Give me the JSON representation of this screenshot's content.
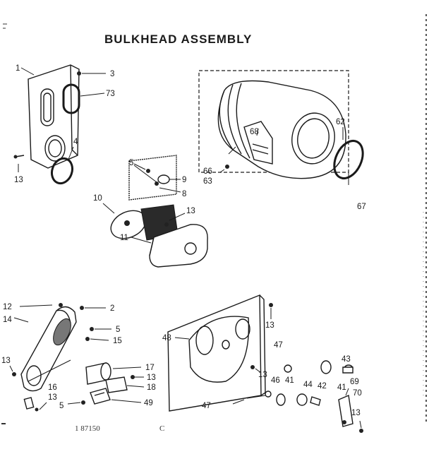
{
  "diagram": {
    "title": "BULKHEAD ASSEMBLY",
    "footer_note": "1 87150",
    "footer_mark": "C",
    "callouts": {
      "c1": "1",
      "c3": "3",
      "c73": "73",
      "c4": "4",
      "c13a": "13",
      "c5a": "5",
      "c9": "9",
      "c8": "8",
      "c10": "10",
      "c13b": "13",
      "c11": "11",
      "c68": "68",
      "c62": "62",
      "c66": "66",
      "c63": "63",
      "c67": "67",
      "c12": "12",
      "c2": "2",
      "c14": "14",
      "c5b": "5",
      "c15": "15",
      "c13c": "13",
      "c16": "16",
      "c13d": "13",
      "c5c": "5",
      "c17": "17",
      "c13e": "13",
      "c18": "18",
      "c49": "49",
      "c48": "48",
      "c13f": "13",
      "c47a": "47",
      "c13g": "13",
      "c46": "46",
      "c41a": "41",
      "c44": "44",
      "c42": "42",
      "c43": "43",
      "c69": "69",
      "c41b": "41",
      "c70": "70",
      "c13h": "13",
      "c47b": "47"
    }
  }
}
